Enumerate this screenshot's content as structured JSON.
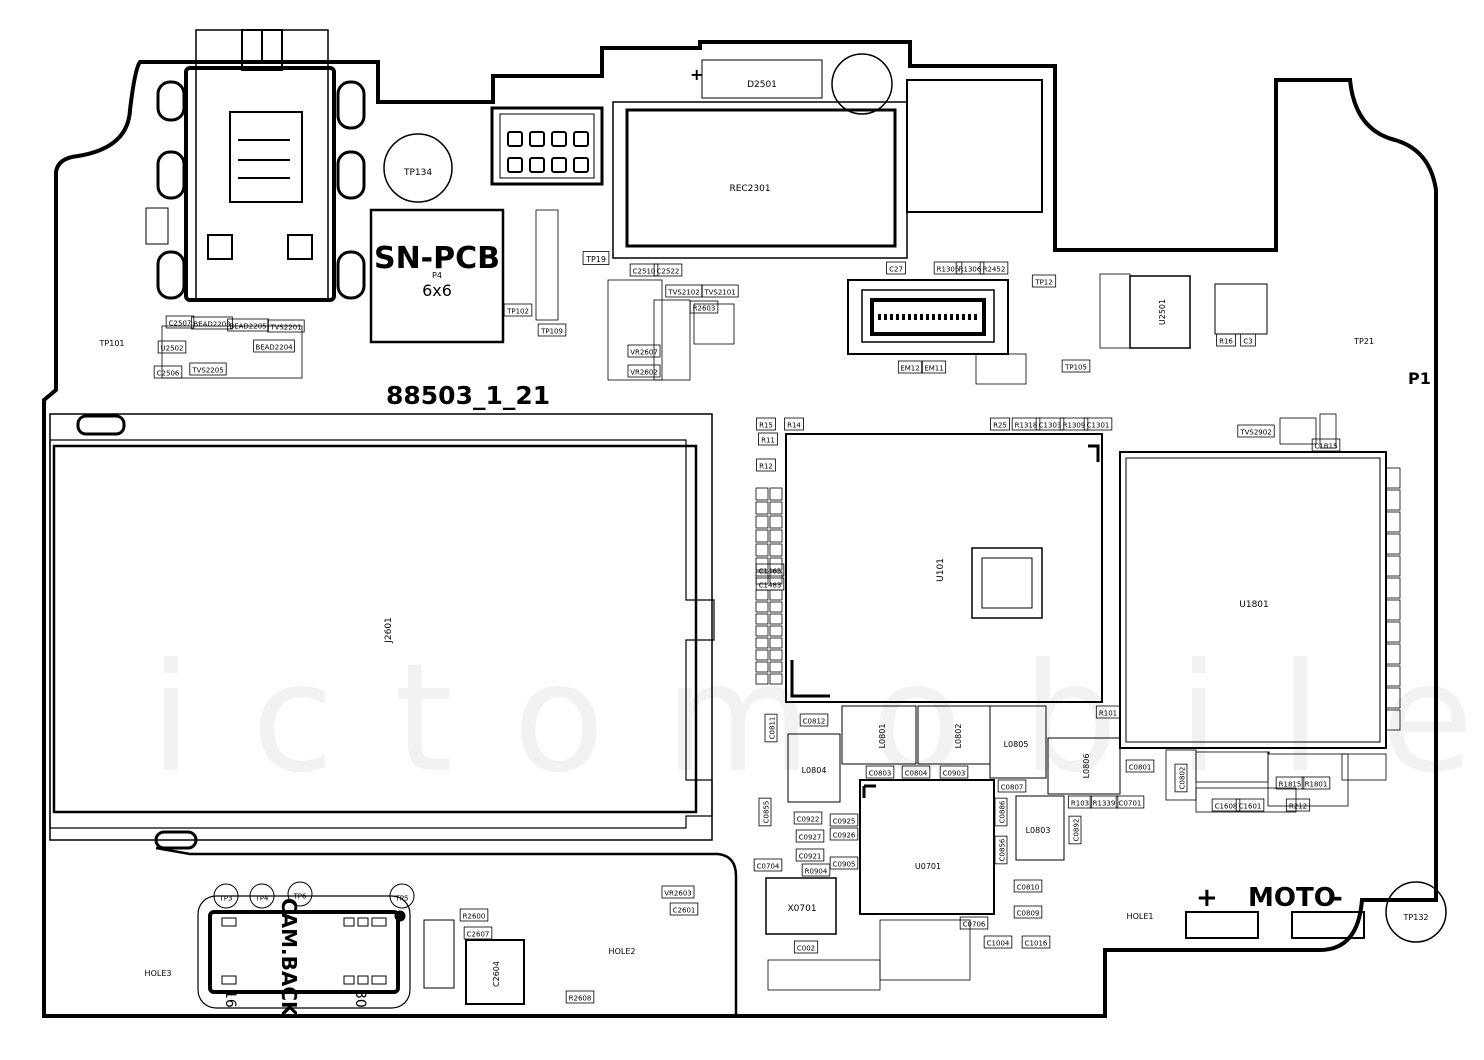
{
  "board": {
    "title": "SN-PCB",
    "subtitle": "6x6",
    "subtitle_ref": "P4",
    "part_number": "88503_1_21",
    "corner_label": "P1",
    "moto_label": "MOTO",
    "moto_plus": "+",
    "moto_minus": "-",
    "cam_label": "CAM.BACK",
    "cam_pin_left": "16",
    "cam_pin_right": "30",
    "watermark": "ictomobile"
  },
  "components": [
    {
      "ref": "D2501"
    },
    {
      "ref": "REC2301"
    },
    {
      "ref": "TP134"
    },
    {
      "ref": "TP19"
    },
    {
      "ref": "TP101"
    },
    {
      "ref": "TP21"
    },
    {
      "ref": "TP12"
    },
    {
      "ref": "TP105"
    },
    {
      "ref": "TP102"
    },
    {
      "ref": "TP109"
    },
    {
      "ref": "TP132"
    },
    {
      "ref": "TP3"
    },
    {
      "ref": "TP4"
    },
    {
      "ref": "TP6"
    },
    {
      "ref": "TP5"
    },
    {
      "ref": "J2601"
    },
    {
      "ref": "U101"
    },
    {
      "ref": "U1801"
    },
    {
      "ref": "U0701"
    },
    {
      "ref": "U2501"
    },
    {
      "ref": "U2502"
    },
    {
      "ref": "X0701"
    },
    {
      "ref": "L0801"
    },
    {
      "ref": "L0802"
    },
    {
      "ref": "L0805"
    },
    {
      "ref": "L0806"
    },
    {
      "ref": "L0804"
    },
    {
      "ref": "L0803"
    },
    {
      "ref": "C2604"
    },
    {
      "ref": "HOLE1"
    },
    {
      "ref": "HOLE2"
    },
    {
      "ref": "HOLE3"
    },
    {
      "ref": "TVS2902"
    },
    {
      "ref": "TVS2102"
    },
    {
      "ref": "TVS2101"
    },
    {
      "ref": "TVS2201"
    },
    {
      "ref": "TVS2205"
    },
    {
      "ref": "BEAD2203"
    },
    {
      "ref": "BEAD2205"
    },
    {
      "ref": "BEAD2204"
    },
    {
      "ref": "C2507"
    },
    {
      "ref": "C2506"
    },
    {
      "ref": "C2510"
    },
    {
      "ref": "C2522"
    },
    {
      "ref": "VR2607"
    },
    {
      "ref": "VR2602"
    },
    {
      "ref": "VR2603"
    },
    {
      "ref": "C2601"
    },
    {
      "ref": "R2600"
    },
    {
      "ref": "C2607"
    },
    {
      "ref": "R2608"
    },
    {
      "ref": "R2603"
    },
    {
      "ref": "C27"
    },
    {
      "ref": "R1305"
    },
    {
      "ref": "R1306"
    },
    {
      "ref": "R2452"
    },
    {
      "ref": "EM12"
    },
    {
      "ref": "EM11"
    },
    {
      "ref": "R16"
    },
    {
      "ref": "C3"
    },
    {
      "ref": "R25"
    },
    {
      "ref": "R1318"
    },
    {
      "ref": "C1303"
    },
    {
      "ref": "R1309"
    },
    {
      "ref": "C1301"
    },
    {
      "ref": "R15"
    },
    {
      "ref": "R14"
    },
    {
      "ref": "R11"
    },
    {
      "ref": "R12"
    },
    {
      "ref": "C1465"
    },
    {
      "ref": "C1483"
    },
    {
      "ref": "C1B15"
    },
    {
      "ref": "R101"
    },
    {
      "ref": "C0812"
    },
    {
      "ref": "C0811"
    },
    {
      "ref": "C0803"
    },
    {
      "ref": "C0804"
    },
    {
      "ref": "C0903"
    },
    {
      "ref": "C0807"
    },
    {
      "ref": "C0801"
    },
    {
      "ref": "C0802"
    },
    {
      "ref": "R103"
    },
    {
      "ref": "R1339"
    },
    {
      "ref": "C0701"
    },
    {
      "ref": "C0922"
    },
    {
      "ref": "C0927"
    },
    {
      "ref": "C0921"
    },
    {
      "ref": "C0926"
    },
    {
      "ref": "C0925"
    },
    {
      "ref": "C0905"
    },
    {
      "ref": "C0704"
    },
    {
      "ref": "C0810"
    },
    {
      "ref": "C0809"
    },
    {
      "ref": "C1004"
    },
    {
      "ref": "C1016"
    },
    {
      "ref": "C0706"
    },
    {
      "ref": "C002"
    },
    {
      "ref": "R1815"
    },
    {
      "ref": "R1801"
    },
    {
      "ref": "C1601"
    },
    {
      "ref": "C1608"
    },
    {
      "ref": "R212"
    },
    {
      "ref": "R0904"
    },
    {
      "ref": "C0855"
    },
    {
      "ref": "C0886"
    },
    {
      "ref": "C0856"
    },
    {
      "ref": "C0892"
    }
  ]
}
